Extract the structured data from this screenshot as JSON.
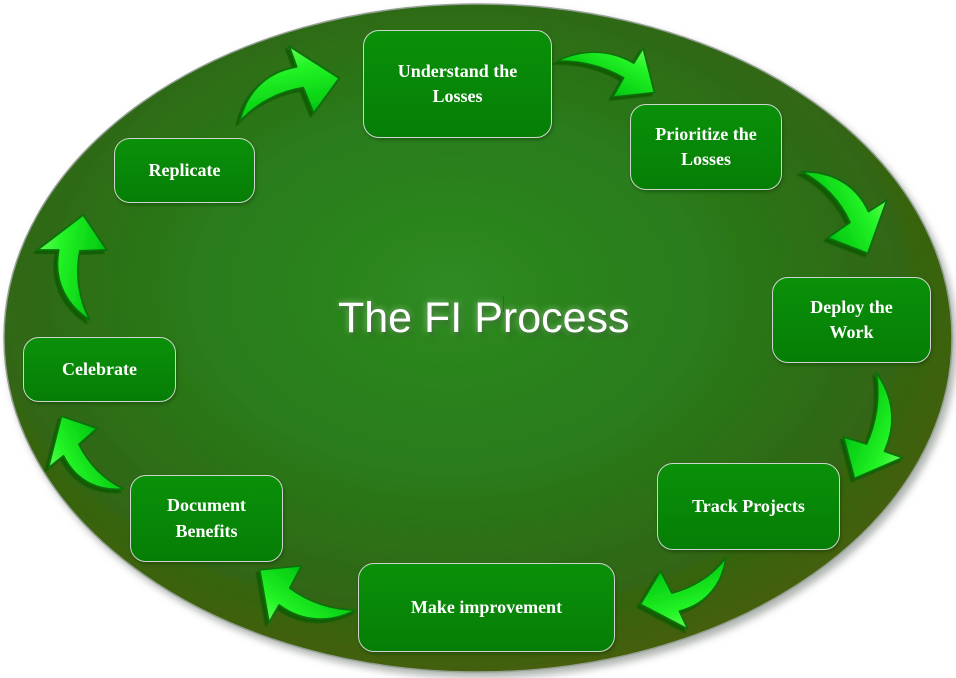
{
  "diagram": {
    "title": "The FI Process",
    "flow": "clockwise cycle",
    "steps": [
      {
        "label": "Understand the Losses"
      },
      {
        "label": "Prioritize the Losses"
      },
      {
        "label": "Deploy the Work"
      },
      {
        "label": "Track Projects"
      },
      {
        "label": "Make improvement"
      },
      {
        "label": "Document Benefits"
      },
      {
        "label": "Celebrate"
      },
      {
        "label": "Replicate"
      }
    ],
    "connections": [
      {
        "from": "Replicate",
        "to": "Understand the Losses"
      },
      {
        "from": "Understand the Losses",
        "to": "Prioritize the Losses"
      },
      {
        "from": "Prioritize the Losses",
        "to": "Deploy the Work"
      },
      {
        "from": "Deploy the Work",
        "to": "Track Projects"
      },
      {
        "from": "Track Projects",
        "to": "Make improvement"
      },
      {
        "from": "Make improvement",
        "to": "Document Benefits"
      },
      {
        "from": "Document Benefits",
        "to": "Celebrate"
      },
      {
        "from": "Celebrate",
        "to": "Replicate"
      }
    ],
    "colors": {
      "ellipse_center": "#2E8B21",
      "ellipse_edge": "#46600B",
      "node_fill": "#088607",
      "node_border": "#CDD5CD",
      "arrow_green": "#00E316",
      "text": "#FFFFFF"
    }
  }
}
